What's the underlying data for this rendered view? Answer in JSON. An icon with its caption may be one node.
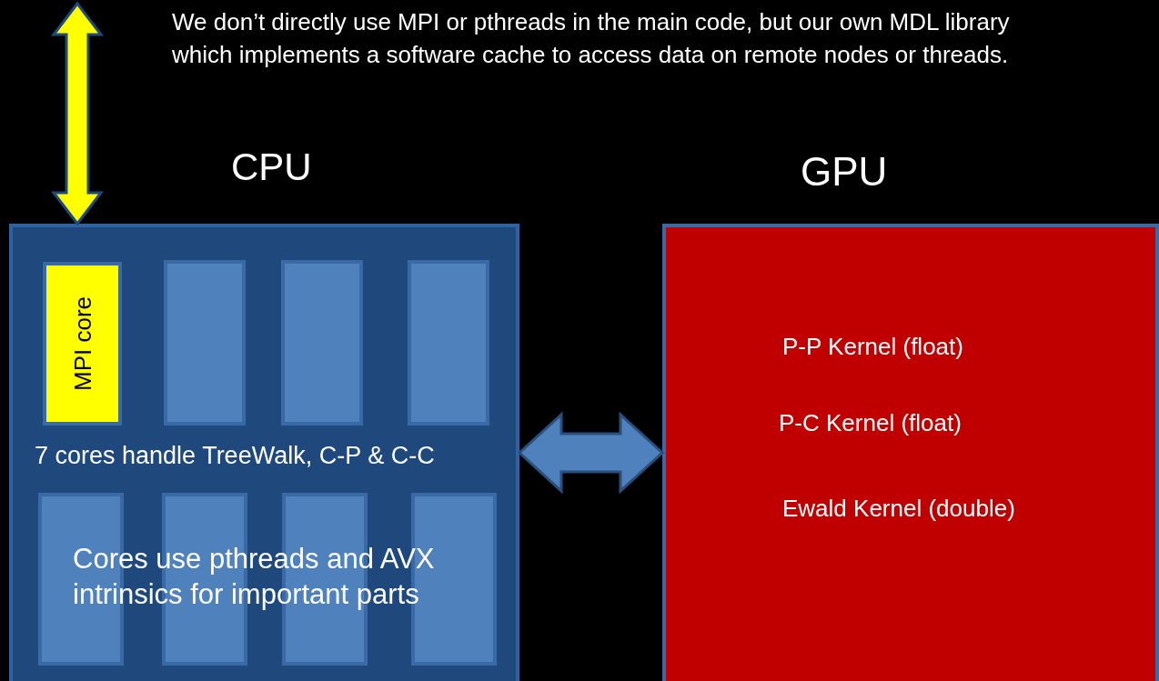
{
  "diagram": {
    "nodes": [
      {
        "text": [
          "CPU",
          "7 cores handle TreeWalk, C-P & C-C"
        ]
      },
      {
        "text": [
          "MPI core"
        ],
        "in": 0
      },
      {
        "text": [],
        "shape": "box",
        "in": 0
      },
      {
        "text": [],
        "shape": "box",
        "in": 0
      },
      {
        "text": [],
        "shape": "box",
        "in": 0
      },
      {
        "text": [],
        "shape": "box",
        "in": 0
      },
      {
        "text": [],
        "shape": "box",
        "in": 0
      },
      {
        "text": [],
        "shape": "box",
        "in": 0
      },
      {
        "text": [],
        "shape": "box",
        "in": 0
      },
      {
        "text": [
          "Cores use pthreads and AVX intrinsics for important parts"
        ],
        "in": 0
      },
      {
        "text": [
          "GPU",
          "P-P Kernel (float)",
          "P-C Kernel (float)",
          "Ewald Kernel (double)"
        ]
      }
    ],
    "edges": [
      {
        "from": null,
        "to": 0,
        "arrow": "both",
        "style": "thick",
        "color": "#ffff00"
      },
      {
        "from": 0,
        "to": 10,
        "arrow": "both",
        "style": "thick"
      }
    ],
    "labels": [
      "We don’t directly use MPI or pthreads in the main code, but our own MDL library which implements a software cache to access data on remote nodes or threads."
    ]
  }
}
